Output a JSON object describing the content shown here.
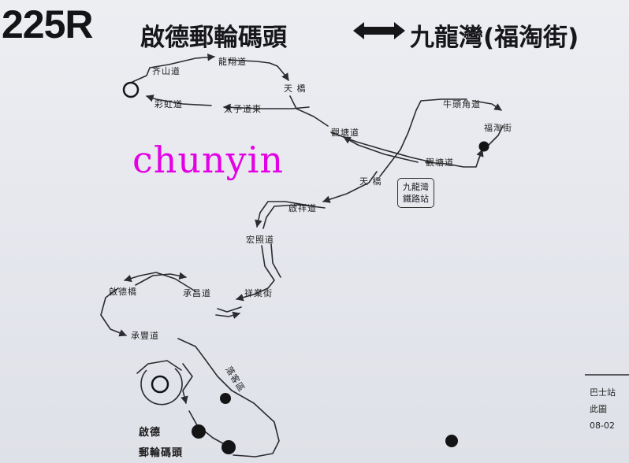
{
  "header": {
    "route_number": "225R",
    "from": "啟德郵輪碼頭",
    "to": "九龍灣(福淘街)"
  },
  "streets": {
    "kai_shan": "齐山道",
    "lung_cheung": "龍翔道",
    "choi_hung": "彩虹道",
    "tai_tsz": "太子道東",
    "sky_bridge_1": "天 橋",
    "kwun_tong_1": "觀塘道",
    "ngau_tau_kok": "牛頭角道",
    "fuk_tao": "福淘街",
    "kwun_tong_2": "觀塘道",
    "sky_bridge_2": "天 橋",
    "kai_cheung": "啟祥道",
    "wang_chiu": "宏照道",
    "cheung_yip": "祥業街",
    "shing_cheong": "承昌道",
    "kai_tak_bridge": "啟德橋",
    "shing_fung": "承豐道",
    "drop_off": "落客區",
    "terminus_line1": "啟德",
    "terminus_line2": "郵輪碼頭",
    "station_line1": "九龍灣",
    "station_line2": "鐵路站"
  },
  "watermark": "chunyin",
  "footnote": {
    "line1": "巴士站",
    "line2": "此圖",
    "line3": "08-02"
  },
  "colors": {
    "route_line": "#2b2b30",
    "watermark": "#e400e6",
    "background": "#e6e8ee"
  }
}
